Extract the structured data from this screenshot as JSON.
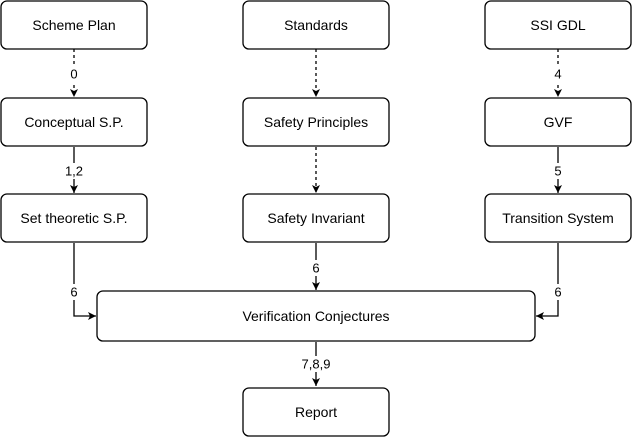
{
  "nodes": {
    "scheme_plan": "Scheme Plan",
    "standards": "Standards",
    "ssi_gdl": "SSI GDL",
    "conceptual_sp": "Conceptual S.P.",
    "safety_principles": "Safety Principles",
    "gvf": "GVF",
    "set_theoretic_sp": "Set theoretic S.P.",
    "safety_invariant": "Safety Invariant",
    "transition_system": "Transition System",
    "verification_conjectures": "Verification Conjectures",
    "report": "Report"
  },
  "edge_labels": {
    "scheme_to_conceptual": "0",
    "conceptual_to_settheoretic": "1,2",
    "ssigdl_to_gvf": "4",
    "gvf_to_transition": "5",
    "settheoretic_to_vc": "6",
    "invariant_to_vc": "6",
    "transition_to_vc": "6",
    "vc_to_report": "7,8,9"
  }
}
